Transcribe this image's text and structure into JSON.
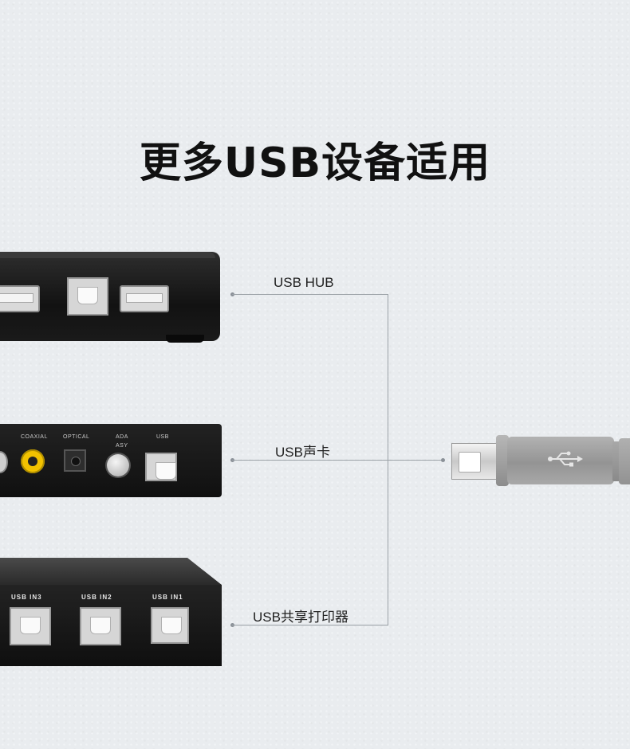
{
  "title": "更多USB设备适用",
  "devices": {
    "hub": {
      "label": "USB HUB"
    },
    "sound_card": {
      "label": "USB声卡",
      "ports": {
        "coaxial": "COAXIAL",
        "optical": "OPTICAL",
        "ada": "ADA",
        "asy": "ASY",
        "usb": "USB"
      }
    },
    "printer_share": {
      "label": "USB共享打印器",
      "ports": [
        "USB IN3",
        "USB IN2",
        "USB IN1"
      ]
    }
  },
  "connector": {
    "type": "USB Type-B connector",
    "icon": "usb-symbol-icon"
  },
  "colors": {
    "background": "#e9ecef",
    "line": "#9aa0a6",
    "device": "#1c1c1c",
    "connector": "#9c9c9c",
    "jack_yellow": "#f2c200"
  }
}
